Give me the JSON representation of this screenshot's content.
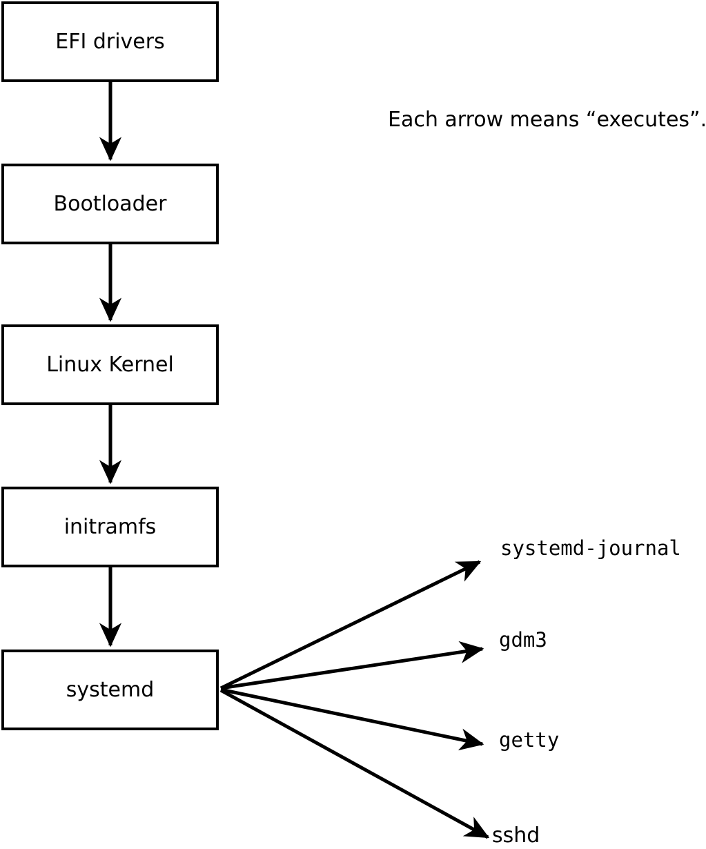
{
  "note": {
    "text": "Each arrow means “executes”.",
    "arrow_meaning": "executes"
  },
  "boot_chain": [
    {
      "id": "efi-drivers",
      "label": "EFI drivers"
    },
    {
      "id": "bootloader",
      "label": "Bootloader"
    },
    {
      "id": "linux-kernel",
      "label": "Linux Kernel"
    },
    {
      "id": "initramfs",
      "label": "initramfs"
    },
    {
      "id": "systemd",
      "label": "systemd"
    }
  ],
  "spawned_processes": [
    {
      "id": "systemd-journal",
      "label": "systemd-journal"
    },
    {
      "id": "gdm3",
      "label": "gdm3"
    },
    {
      "id": "getty",
      "label": "getty"
    },
    {
      "id": "sshd",
      "label": "sshd"
    }
  ],
  "colors": {
    "stroke": "#000000",
    "box_fill": "#ffffff",
    "background": "#ffffff"
  }
}
